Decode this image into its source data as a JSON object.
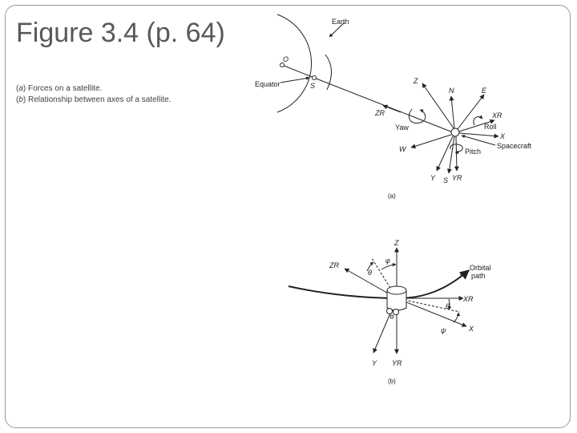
{
  "slide": {
    "title": "Figure 3.4  (p. 64)",
    "captions": [
      {
        "letter": "a",
        "text": "Forces on a satellite."
      },
      {
        "letter": "b",
        "text": "Relationship between axes of a satellite."
      }
    ]
  },
  "figure_a": {
    "panel_label": "(a)",
    "labels": {
      "earth": "Earth",
      "o": "O",
      "equator": "Equator",
      "s_earth": "S",
      "zr": "ZR",
      "z": "Z",
      "n": "N",
      "e": "E",
      "xr": "XR",
      "roll": "Roll",
      "x": "X",
      "yaw": "Yaw",
      "w": "W",
      "pitch": "Pitch",
      "spacecraft": "Spacecraft",
      "y": "Y",
      "s": "S",
      "yr": "YR"
    }
  },
  "figure_b": {
    "panel_label": "(b)",
    "labels": {
      "z": "Z",
      "zr": "ZR",
      "phi": "φ",
      "theta1": "θ",
      "orbital": "Orbital",
      "path": "path",
      "xr": "XR",
      "theta2": "θ",
      "psi": "ψ",
      "x": "X",
      "y": "Y",
      "yr": "YR"
    }
  }
}
